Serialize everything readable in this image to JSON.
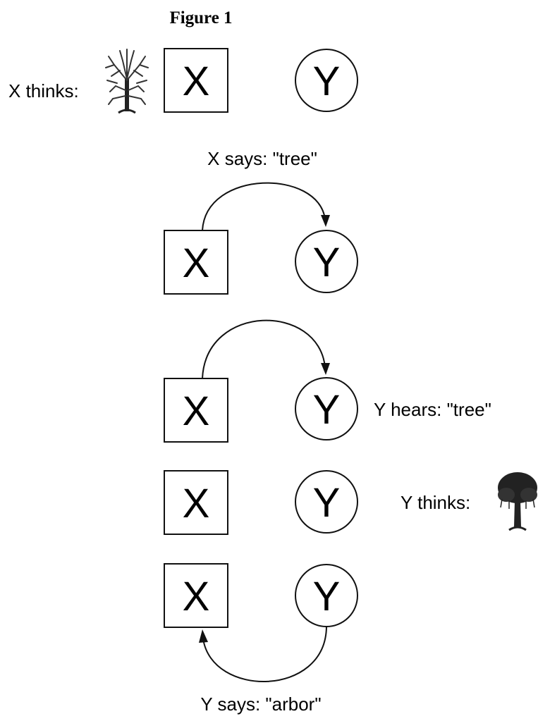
{
  "title": "Figure 1",
  "nodes": {
    "speaker": "X",
    "listener": "Y"
  },
  "labels": {
    "x_thinks": "X thinks:",
    "x_says": "X says: \"tree\"",
    "y_hears": "Y hears: \"tree\"",
    "y_thinks": "Y thinks:",
    "y_says": "Y says: \"arbor\""
  },
  "icons": {
    "x_concept": "bare-tree-icon",
    "y_concept": "leafy-tree-icon"
  },
  "colors": {
    "ink": "#111111",
    "background": "#ffffff"
  }
}
